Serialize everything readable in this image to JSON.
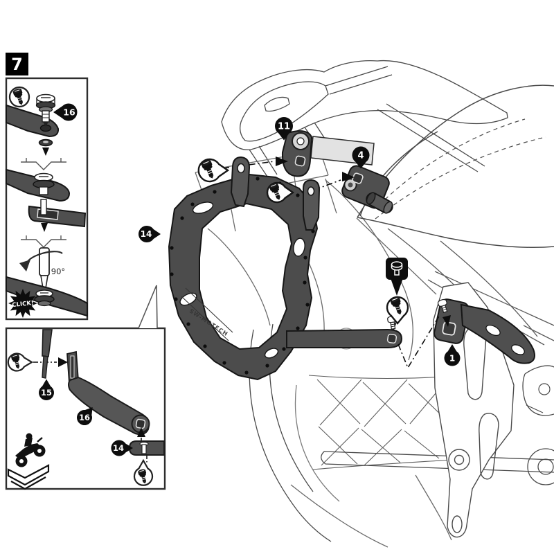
{
  "step_badge": "7",
  "colors": {
    "ink": "#4a4a4a",
    "part_dark": "#4c4c4c",
    "part_mid": "#565656",
    "black": "#0d0d0d",
    "spacer_light": "#e2e2e2"
  },
  "inset_top": {
    "callout_bolt": "16",
    "rotation_label": "90°",
    "click_label": "CLICK!"
  },
  "inset_bottom": {
    "callout_drive_pin": "15",
    "callout_arm": "16",
    "callout_adapter_bar": "14"
  },
  "main_view": {
    "callout_front_bracket": "11",
    "callout_rear_bracket": "4",
    "callout_lower_bracket": "1",
    "callout_side_carrier": "14",
    "brand": "SW-MOTECH"
  }
}
